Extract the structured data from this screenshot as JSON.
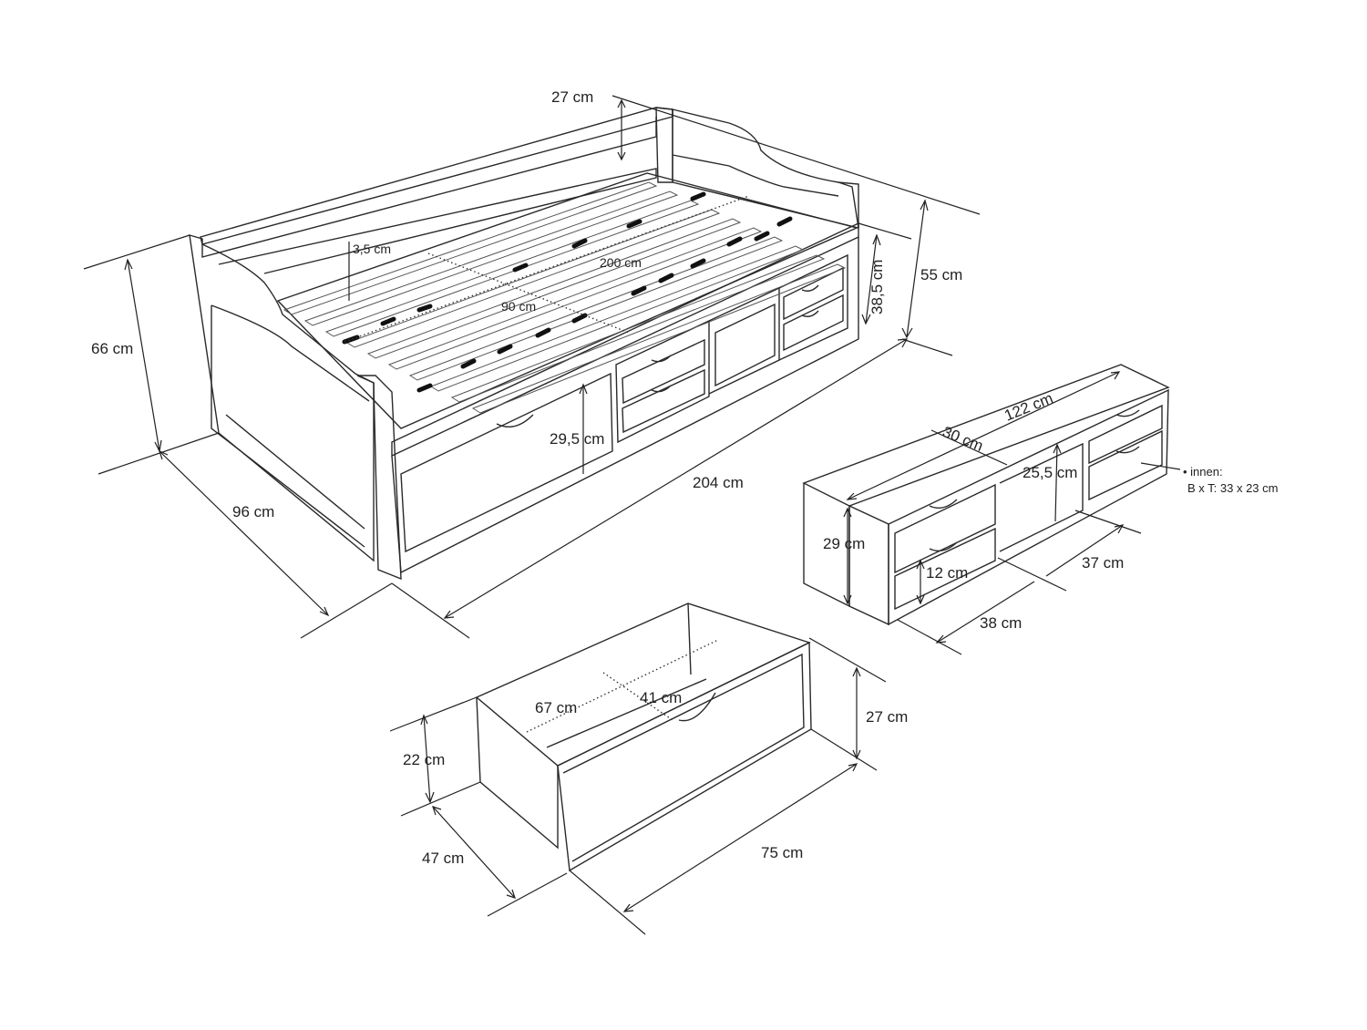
{
  "bed": {
    "labels": {
      "headboard_height": "27 cm",
      "total_height": "66 cm",
      "side_height": "55 cm",
      "drawer_unit_height": "38,5 cm",
      "slat_thickness": "3,5 cm",
      "length_inner": "200 cm",
      "width_inner": "90 cm",
      "drawer_front_height": "29,5 cm",
      "total_depth": "96 cm",
      "total_length": "204 cm"
    }
  },
  "drawer_box": {
    "labels": {
      "inner_length": "67 cm",
      "inner_width": "41 cm",
      "front_height": "27 cm",
      "side_height": "22 cm",
      "depth": "47 cm",
      "width": "75 cm"
    }
  },
  "side_unit": {
    "labels": {
      "length": "122 cm",
      "depth": "30 cm",
      "shelf_height": "25,5 cm",
      "height": "29 cm",
      "drawer_height": "12 cm",
      "section_width": "37 cm",
      "drawer_width": "38 cm"
    },
    "note": {
      "line1": "• innen:",
      "line2": "B x T: 33 x 23 cm"
    }
  },
  "colors": {
    "line": "#2a2a2a",
    "strap": "#111111",
    "background": "#ffffff"
  }
}
